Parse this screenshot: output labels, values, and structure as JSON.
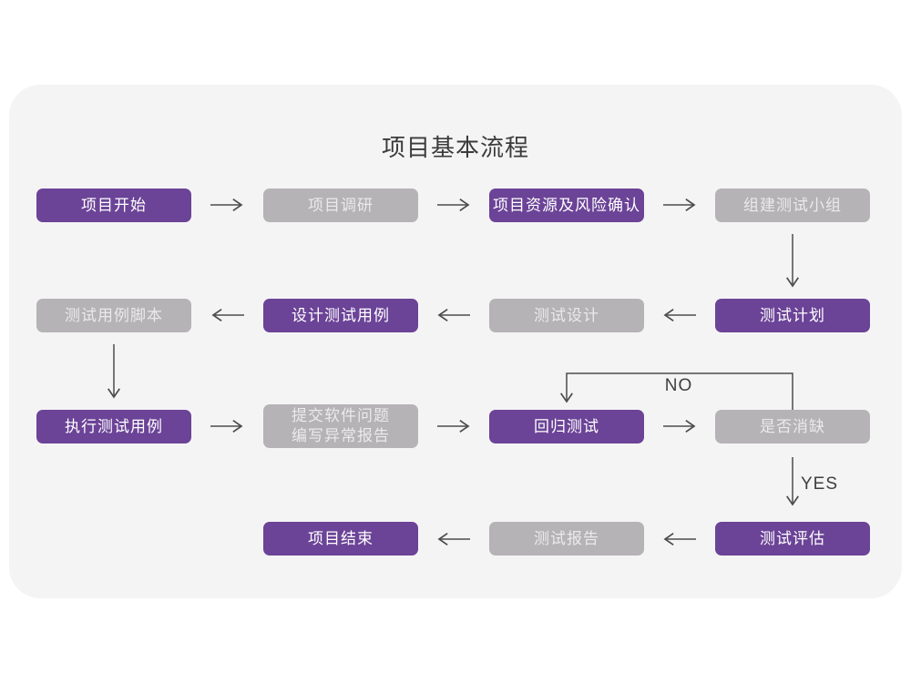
{
  "title": "项目基本流程",
  "edge_labels": {
    "no": "NO",
    "yes": "YES"
  },
  "colors": {
    "node_purple": "#6b4397",
    "node_gray": "#b5b3b5",
    "card_background": "#f5f4f5",
    "page_background": "#ffffff",
    "arrow": "#4d4d4d",
    "title_text": "#3b3b3b"
  },
  "nodes": [
    {
      "id": "project-start",
      "label": "项目开始",
      "variant": "purple"
    },
    {
      "id": "project-research",
      "label": "项目调研",
      "variant": "gray"
    },
    {
      "id": "resource-risk",
      "label": "项目资源及风险确认",
      "variant": "purple"
    },
    {
      "id": "build-test-team",
      "label": "组建测试小组",
      "variant": "gray"
    },
    {
      "id": "test-plan",
      "label": "测试计划",
      "variant": "purple"
    },
    {
      "id": "test-design",
      "label": "测试设计",
      "variant": "gray"
    },
    {
      "id": "design-test-cases",
      "label": "设计测试用例",
      "variant": "purple"
    },
    {
      "id": "test-case-script",
      "label": "测试用例脚本",
      "variant": "gray"
    },
    {
      "id": "execute-test-cases",
      "label": "执行测试用例",
      "variant": "purple"
    },
    {
      "id": "submit-issues",
      "label": "提交软件问题\n编写异常报告",
      "variant": "gray"
    },
    {
      "id": "regression-test",
      "label": "回归测试",
      "variant": "purple"
    },
    {
      "id": "defect-cleared",
      "label": "是否消缺",
      "variant": "gray"
    },
    {
      "id": "test-evaluation",
      "label": "测试评估",
      "variant": "purple"
    },
    {
      "id": "test-report",
      "label": "测试报告",
      "variant": "gray"
    },
    {
      "id": "project-end",
      "label": "项目结束",
      "variant": "purple"
    }
  ]
}
